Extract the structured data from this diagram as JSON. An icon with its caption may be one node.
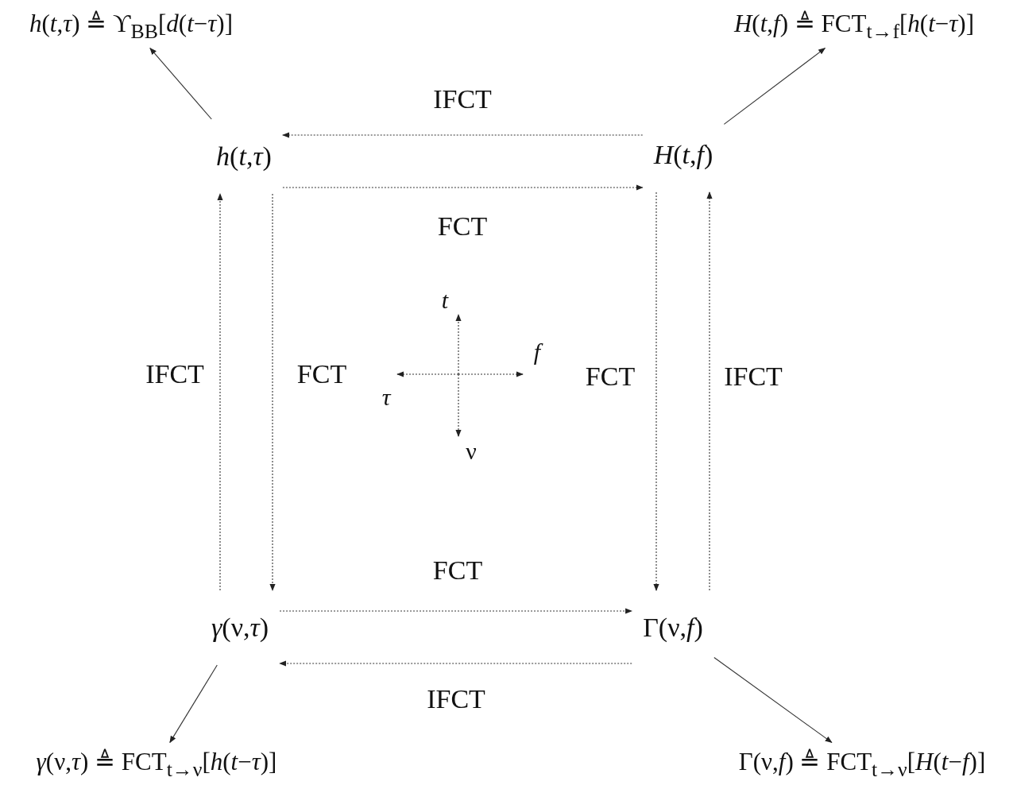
{
  "diagram": {
    "nodes": [
      {
        "text": [
          "*h*(*t*,*τ*)"
        ]
      },
      {
        "text": [
          "*H*(*t*,*f*)"
        ]
      },
      {
        "text": [
          "*γ*(ν,*τ*)"
        ]
      },
      {
        "text": [
          "Γ(ν,*f*)"
        ]
      },
      {
        "text": [
          "*h*(*t*,*τ*) ≜ ϒ$_{BB}$[*d*(*t*−*τ*)]"
        ]
      },
      {
        "text": [
          "*H*(*t*,*f*) ≜ FCT$_{t→f}$[*h*(*t*−*τ*)]"
        ]
      },
      {
        "text": [
          "*γ*(ν,*τ*) ≜ FCT$_{t→ν}$[*h*(*t*−*τ*)]"
        ]
      },
      {
        "text": [
          "Γ(ν,*f*) ≜ FCT$_{t→ν}$[*H*(*t*−*f*)]"
        ]
      }
    ],
    "edges": [
      {
        "from": 1,
        "to": 0,
        "arrow": "to",
        "label": "IFCT",
        "style": "dashed"
      },
      {
        "from": 0,
        "to": 1,
        "arrow": "to",
        "label": "FCT",
        "style": "dashed"
      },
      {
        "from": 2,
        "to": 0,
        "arrow": "to",
        "label": "IFCT",
        "style": "dashed"
      },
      {
        "from": 0,
        "to": 2,
        "arrow": "to",
        "label": "FCT",
        "style": "dashed"
      },
      {
        "from": 1,
        "to": 3,
        "arrow": "to",
        "label": "FCT",
        "style": "dashed"
      },
      {
        "from": 3,
        "to": 1,
        "arrow": "to",
        "label": "IFCT",
        "style": "dashed"
      },
      {
        "from": 2,
        "to": 3,
        "arrow": "to",
        "label": "FCT",
        "style": "dashed"
      },
      {
        "from": 3,
        "to": 2,
        "arrow": "to",
        "label": "IFCT",
        "style": "dashed"
      },
      {
        "from": 0,
        "to": 4,
        "arrow": "to"
      },
      {
        "from": 1,
        "to": 5,
        "arrow": "to"
      },
      {
        "from": 2,
        "to": 6,
        "arrow": "to"
      },
      {
        "from": 3,
        "to": 7,
        "arrow": "to"
      }
    ],
    "labels": [
      "t",
      "f",
      "τ",
      "ν"
    ]
  }
}
